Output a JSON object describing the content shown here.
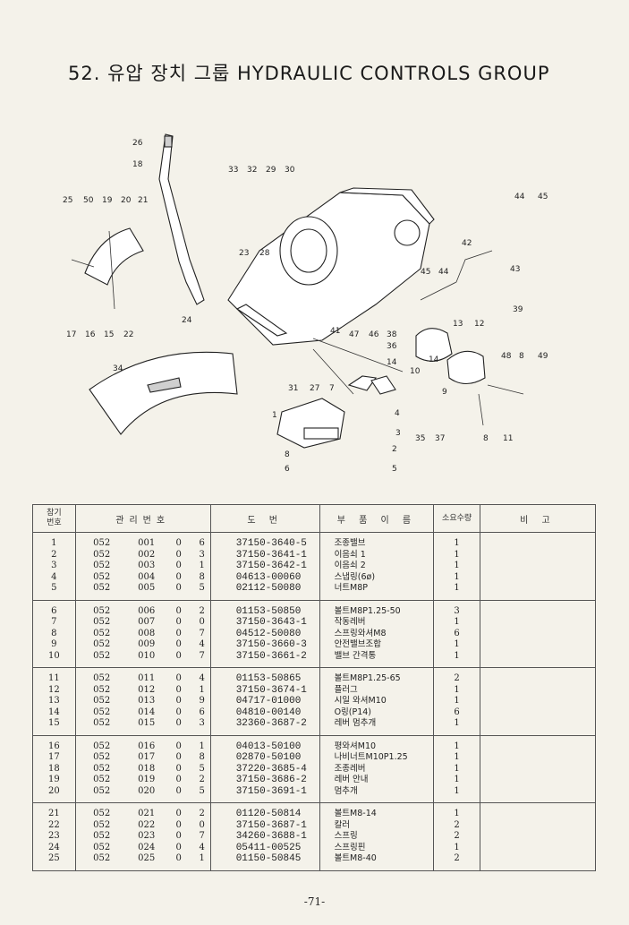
{
  "header": {
    "title": "52. 유압 장치 그룹  HYDRAULIC  CONTROLS  GROUP"
  },
  "diagram": {
    "callouts": [
      "26",
      "18",
      "33",
      "32",
      "29",
      "30",
      "25",
      "50",
      "19",
      "20",
      "21",
      "44",
      "45",
      "42",
      "43",
      "23",
      "28",
      "45",
      "44",
      "39",
      "24",
      "17",
      "16",
      "15",
      "22",
      "41",
      "47",
      "46",
      "38",
      "13",
      "12",
      "36",
      "14",
      "34",
      "10",
      "14",
      "48",
      "8",
      "49",
      "9",
      "31",
      "27",
      "7",
      "1",
      "4",
      "3",
      "35",
      "37",
      "8",
      "11",
      "2",
      "8",
      "6",
      "5"
    ]
  },
  "table": {
    "headers": {
      "no_line1": "참기",
      "no_line2": "번호",
      "mgmt": "관리번호",
      "drawing": "도   번",
      "name": "부 품 이 름",
      "qty": "소요수량",
      "remarks": "비   고"
    },
    "groups": [
      [
        {
          "no": "1",
          "m1": "052",
          "m2": "001",
          "m3": "0",
          "m4": "6",
          "pn": "37150-3640-5",
          "name": "조종밸브",
          "qty": "1"
        },
        {
          "no": "2",
          "m1": "052",
          "m2": "002",
          "m3": "0",
          "m4": "3",
          "pn": "37150-3641-1",
          "name": "이음쇠 1",
          "qty": "1"
        },
        {
          "no": "3",
          "m1": "052",
          "m2": "003",
          "m3": "0",
          "m4": "1",
          "pn": "37150-3642-1",
          "name": "이음쇠 2",
          "qty": "1"
        },
        {
          "no": "4",
          "m1": "052",
          "m2": "004",
          "m3": "0",
          "m4": "8",
          "pn": "04613-00060",
          "name": "스냅링(6ø)",
          "qty": "1"
        },
        {
          "no": "5",
          "m1": "052",
          "m2": "005",
          "m3": "0",
          "m4": "5",
          "pn": "02112-50080",
          "name": "너트M8P",
          "qty": "1"
        }
      ],
      [
        {
          "no": "6",
          "m1": "052",
          "m2": "006",
          "m3": "0",
          "m4": "2",
          "pn": "01153-50850",
          "name": "볼트M8P1.25-50",
          "qty": "3"
        },
        {
          "no": "7",
          "m1": "052",
          "m2": "007",
          "m3": "0",
          "m4": "0",
          "pn": "37150-3643-1",
          "name": "작동레버",
          "qty": "1"
        },
        {
          "no": "8",
          "m1": "052",
          "m2": "008",
          "m3": "0",
          "m4": "7",
          "pn": "04512-50080",
          "name": "스프링와셔M8",
          "qty": "6"
        },
        {
          "no": "9",
          "m1": "052",
          "m2": "009",
          "m3": "0",
          "m4": "4",
          "pn": "37150-3660-3",
          "name": "안전밸브조합",
          "qty": "1"
        },
        {
          "no": "10",
          "m1": "052",
          "m2": "010",
          "m3": "0",
          "m4": "7",
          "pn": "37150-3661-2",
          "name": "밸브 간격통",
          "qty": "1"
        }
      ],
      [
        {
          "no": "11",
          "m1": "052",
          "m2": "011",
          "m3": "0",
          "m4": "4",
          "pn": "01153-50865",
          "name": "볼트M8P1.25-65",
          "qty": "2"
        },
        {
          "no": "12",
          "m1": "052",
          "m2": "012",
          "m3": "0",
          "m4": "1",
          "pn": "37150-3674-1",
          "name": "플러그",
          "qty": "1"
        },
        {
          "no": "13",
          "m1": "052",
          "m2": "013",
          "m3": "0",
          "m4": "9",
          "pn": "04717-01000",
          "name": "시일 와셔M10",
          "qty": "1"
        },
        {
          "no": "14",
          "m1": "052",
          "m2": "014",
          "m3": "0",
          "m4": "6",
          "pn": "04810-00140",
          "name": "O링(P14)",
          "qty": "6"
        },
        {
          "no": "15",
          "m1": "052",
          "m2": "015",
          "m3": "0",
          "m4": "3",
          "pn": "32360-3687-2",
          "name": "레버 멈추개",
          "qty": "1"
        }
      ],
      [
        {
          "no": "16",
          "m1": "052",
          "m2": "016",
          "m3": "0",
          "m4": "1",
          "pn": "04013-50100",
          "name": "평와셔M10",
          "qty": "1"
        },
        {
          "no": "17",
          "m1": "052",
          "m2": "017",
          "m3": "0",
          "m4": "8",
          "pn": "02870-50100",
          "name": "나비너트M10P1.25",
          "qty": "1"
        },
        {
          "no": "18",
          "m1": "052",
          "m2": "018",
          "m3": "0",
          "m4": "5",
          "pn": "37220-3685-4",
          "name": "조종레버",
          "qty": "1"
        },
        {
          "no": "19",
          "m1": "052",
          "m2": "019",
          "m3": "0",
          "m4": "2",
          "pn": "37150-3686-2",
          "name": "레버 안내",
          "qty": "1"
        },
        {
          "no": "20",
          "m1": "052",
          "m2": "020",
          "m3": "0",
          "m4": "5",
          "pn": "37150-3691-1",
          "name": "멈추개",
          "qty": "1"
        }
      ],
      [
        {
          "no": "21",
          "m1": "052",
          "m2": "021",
          "m3": "0",
          "m4": "2",
          "pn": "01120-50814",
          "name": "볼트M8-14",
          "qty": "1"
        },
        {
          "no": "22",
          "m1": "052",
          "m2": "022",
          "m3": "0",
          "m4": "0",
          "pn": "37150-3687-1",
          "name": "칼러",
          "qty": "2"
        },
        {
          "no": "23",
          "m1": "052",
          "m2": "023",
          "m3": "0",
          "m4": "7",
          "pn": "34260-3688-1",
          "name": "스프링",
          "qty": "2"
        },
        {
          "no": "24",
          "m1": "052",
          "m2": "024",
          "m3": "0",
          "m4": "4",
          "pn": "05411-00525",
          "name": "스프링핀",
          "qty": "1"
        },
        {
          "no": "25",
          "m1": "052",
          "m2": "025",
          "m3": "0",
          "m4": "1",
          "pn": "01150-50845",
          "name": "볼트M8-40",
          "qty": "2"
        }
      ]
    ]
  },
  "footer": {
    "page": "-71-"
  }
}
